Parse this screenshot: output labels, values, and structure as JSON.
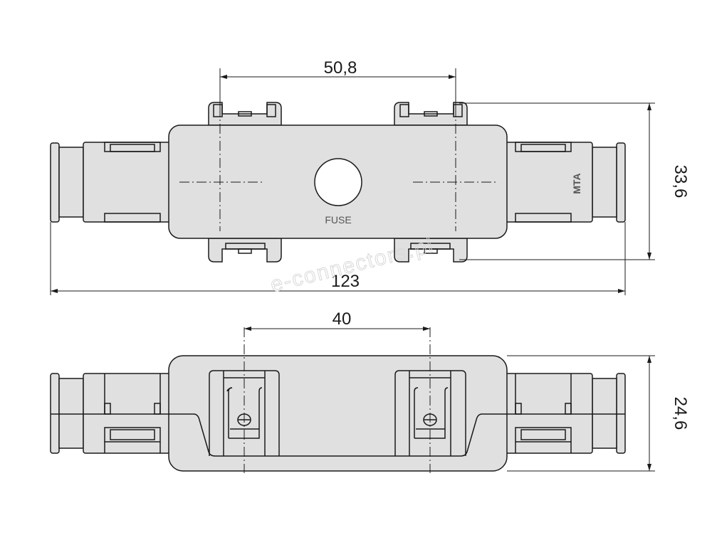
{
  "drawing": {
    "top_view": {
      "label": "FUSE",
      "dim_width_between_clips": "50,8",
      "dim_height": "33,6",
      "dim_total_length": "123",
      "logo": "MTA"
    },
    "side_view": {
      "dim_between_screws": "40",
      "dim_height": "24,6"
    },
    "watermark": "e-connectors.pl"
  },
  "colors": {
    "fill": "#e0e0e0",
    "stroke": "#1a1a1a"
  }
}
